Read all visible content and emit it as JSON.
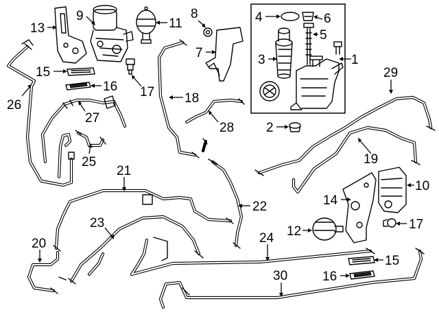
{
  "diagram": {
    "callouts": [
      {
        "id": "c1",
        "text": "1"
      },
      {
        "id": "c2",
        "text": "2"
      },
      {
        "id": "c3",
        "text": "3"
      },
      {
        "id": "c4",
        "text": "4"
      },
      {
        "id": "c5",
        "text": "5"
      },
      {
        "id": "c6",
        "text": "6"
      },
      {
        "id": "c7",
        "text": "7"
      },
      {
        "id": "c8",
        "text": "8"
      },
      {
        "id": "c9",
        "text": "9"
      },
      {
        "id": "c10",
        "text": "10"
      },
      {
        "id": "c11",
        "text": "11"
      },
      {
        "id": "c12",
        "text": "12"
      },
      {
        "id": "c13",
        "text": "13"
      },
      {
        "id": "c14",
        "text": "14"
      },
      {
        "id": "c15a",
        "text": "15"
      },
      {
        "id": "c15b",
        "text": "15"
      },
      {
        "id": "c16a",
        "text": "16"
      },
      {
        "id": "c16b",
        "text": "16"
      },
      {
        "id": "c17a",
        "text": "17"
      },
      {
        "id": "c17b",
        "text": "17"
      },
      {
        "id": "c18",
        "text": "18"
      },
      {
        "id": "c19",
        "text": "19"
      },
      {
        "id": "c20",
        "text": "20"
      },
      {
        "id": "c21",
        "text": "21"
      },
      {
        "id": "c22",
        "text": "22"
      },
      {
        "id": "c23",
        "text": "23"
      },
      {
        "id": "c24",
        "text": "24"
      },
      {
        "id": "c25",
        "text": "25"
      },
      {
        "id": "c26",
        "text": "26"
      },
      {
        "id": "c27",
        "text": "27"
      },
      {
        "id": "c28",
        "text": "28"
      },
      {
        "id": "c29",
        "text": "29"
      },
      {
        "id": "c30",
        "text": "30"
      }
    ]
  }
}
